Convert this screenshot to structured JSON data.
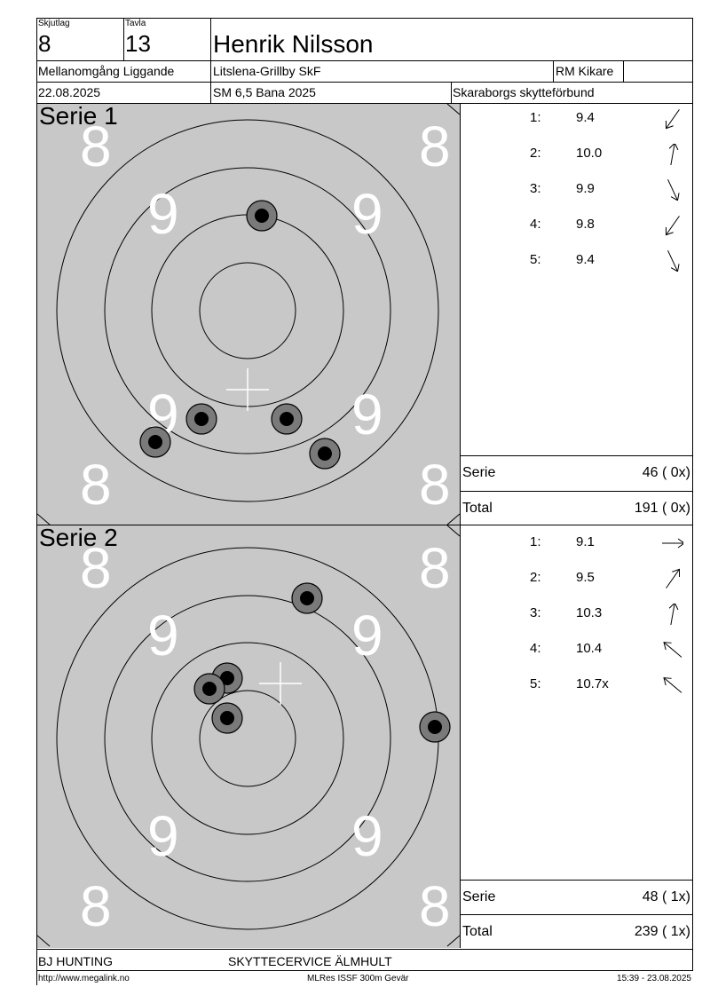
{
  "header": {
    "skjutlag_label": "Skjutlag",
    "skjutlag_value": "8",
    "tavla_label": "Tavla",
    "tavla_value": "13",
    "shooter_name": "Henrik Nilsson",
    "class_name": "Mellanomgång Liggande",
    "club": "Litslena-Grillby SkF",
    "sight": "RM Kikare",
    "date": "22.08.2025",
    "competition": "SM 6,5 Bana 2025",
    "federation": "Skaraborgs skytteförbund"
  },
  "ring_numbers": {
    "eight": "8",
    "nine": "9"
  },
  "series": [
    {
      "title": "Serie 1",
      "shots": [
        {
          "index": "1:",
          "value": "9.4",
          "arrow": "arrow-down-left-icon"
        },
        {
          "index": "2:",
          "value": "10.0",
          "arrow": "arrow-up-icon"
        },
        {
          "index": "3:",
          "value": "9.9",
          "arrow": "arrow-down-right-icon"
        },
        {
          "index": "4:",
          "value": "9.8",
          "arrow": "arrow-down-left-icon"
        },
        {
          "index": "5:",
          "value": "9.4",
          "arrow": "arrow-down-right-icon"
        }
      ],
      "serie_label": "Serie",
      "serie_value": "46 ( 0x)",
      "total_label": "Total",
      "total_value": "191 ( 0x)"
    },
    {
      "title": "Serie 2",
      "shots": [
        {
          "index": "1:",
          "value": "9.1",
          "arrow": "arrow-right-icon"
        },
        {
          "index": "2:",
          "value": "9.5",
          "arrow": "arrow-up-right-icon"
        },
        {
          "index": "3:",
          "value": "10.3",
          "arrow": "arrow-up-icon"
        },
        {
          "index": "4:",
          "value": "10.4",
          "arrow": "arrow-up-left-icon"
        },
        {
          "index": "5:",
          "value": "10.7x",
          "arrow": "arrow-up-left-icon"
        }
      ],
      "serie_label": "Serie",
      "serie_value": "48 ( 1x)",
      "total_label": "Total",
      "total_value": "239 ( 1x)"
    }
  ],
  "footer": {
    "sponsor_left": "BJ HUNTING",
    "sponsor_right": "SKYTTECERVICE ÄLMHULT",
    "url": "http://www.megalink.no",
    "software": "MLRes ISSF 300m Gevär",
    "timestamp": "15:39 - 23.08.2025"
  }
}
